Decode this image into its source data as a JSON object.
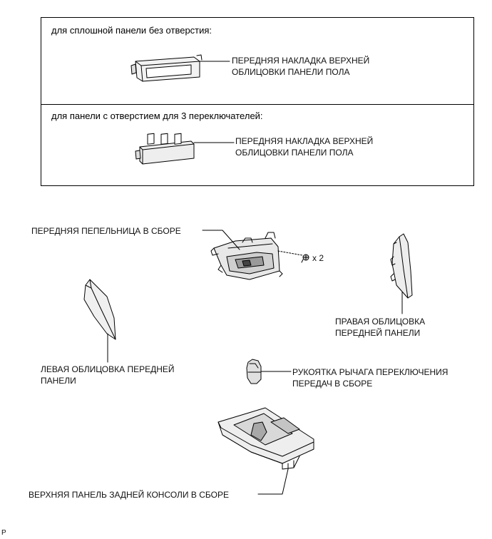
{
  "variant_table": {
    "row1": {
      "header": "для сплошной панели без отверстия:",
      "label_line1": "ПЕРЕДНЯЯ НАКЛАДКА ВЕРХНЕЙ",
      "label_line2": "ОБЛИЦОВКИ ПАНЕЛИ ПОЛА"
    },
    "row2": {
      "header": "для панели с отверстием для 3 переключателей:",
      "label_line1": "ПЕРЕДНЯЯ НАКЛАДКА ВЕРХНЕЙ",
      "label_line2": "ОБЛИЦОВКИ ПАНЕЛИ ПОЛА"
    }
  },
  "parts": {
    "ashtray": {
      "label": "ПЕРЕДНЯЯ ПЕПЕЛЬНИЦА В СБОРЕ",
      "screw_count": "x 2"
    },
    "right_trim": {
      "line1": "ПРАВАЯ ОБЛИЦОВКА",
      "line2": "ПЕРЕДНЕЙ ПАНЕЛИ"
    },
    "left_trim": {
      "line1": "ЛЕВАЯ ОБЛИЦОВКА ПЕРЕДНЕЙ",
      "line2": "ПАНЕЛИ"
    },
    "shift_knob": {
      "line1": "РУКОЯТКА РЫЧАГА ПЕРЕКЛЮЧЕНИЯ",
      "line2": "ПЕРЕДАЧ В СБОРЕ"
    },
    "rear_console": {
      "label": "ВЕРХНЯЯ ПАНЕЛЬ ЗАДНЕЙ КОНСОЛИ В СБОРЕ"
    }
  },
  "corner_mark": "P"
}
